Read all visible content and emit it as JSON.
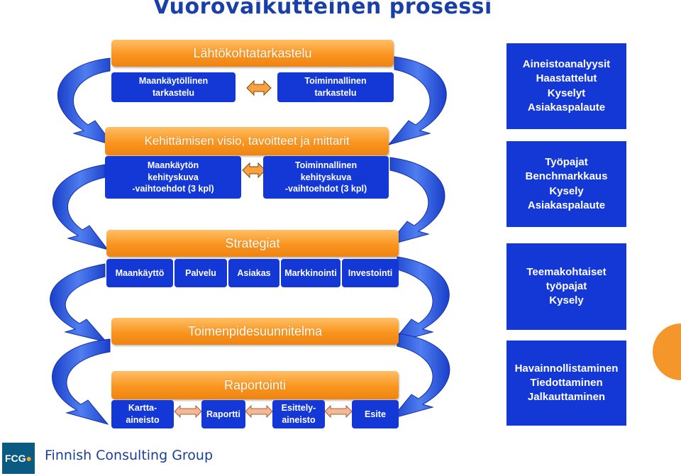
{
  "page": {
    "title": "Vuorovaikutteinen prosessi"
  },
  "stages": [
    {
      "heading": "Lähtökohtatarkastelu",
      "items": [
        "Maankäytöllinen\ntarkastelu",
        "Toiminnallinen\ntarkastelu"
      ]
    },
    {
      "heading": "Kehittämisen visio, tavoitteet ja mittarit",
      "items": [
        "Maankäytön\nkehityskuva\n-vaihtoehdot (3 kpl)",
        "Toiminnallinen\nkehityskuva\n-vaihtoehdot (3 kpl)"
      ]
    },
    {
      "heading": "Strategiat",
      "items": [
        "Maankäyttö",
        "Palvelu",
        "Asiakas",
        "Markkinointi",
        "Investointi"
      ]
    },
    {
      "heading": "Toimenpidesuunnitelma",
      "items": []
    },
    {
      "heading": "Raportointi",
      "items": [
        "Kartta-\naineisto",
        "Raportti",
        "Esittely-\naineisto",
        "Esite"
      ]
    }
  ],
  "interaction_boxes": [
    "Aineistoanalyysit\nHaastattelut\nKyselyt\nAsiakaspalaute",
    "Työpajat\nBenchmarkkaus\nKysely\nAsiakaspalaute",
    "Teemakohtaiset\ntyöpajat\nKysely",
    "Havainnollistaminen\nTiedottaminen\nJalkauttaminen"
  ],
  "footer": {
    "logo_text": "FCG",
    "logo_dot": "●",
    "company": "Finnish Consulting Group"
  },
  "colors": {
    "orange": "#f9951f",
    "blue": "#1438d6",
    "arrow": "#2a52d6",
    "title": "#1b3fa8"
  }
}
